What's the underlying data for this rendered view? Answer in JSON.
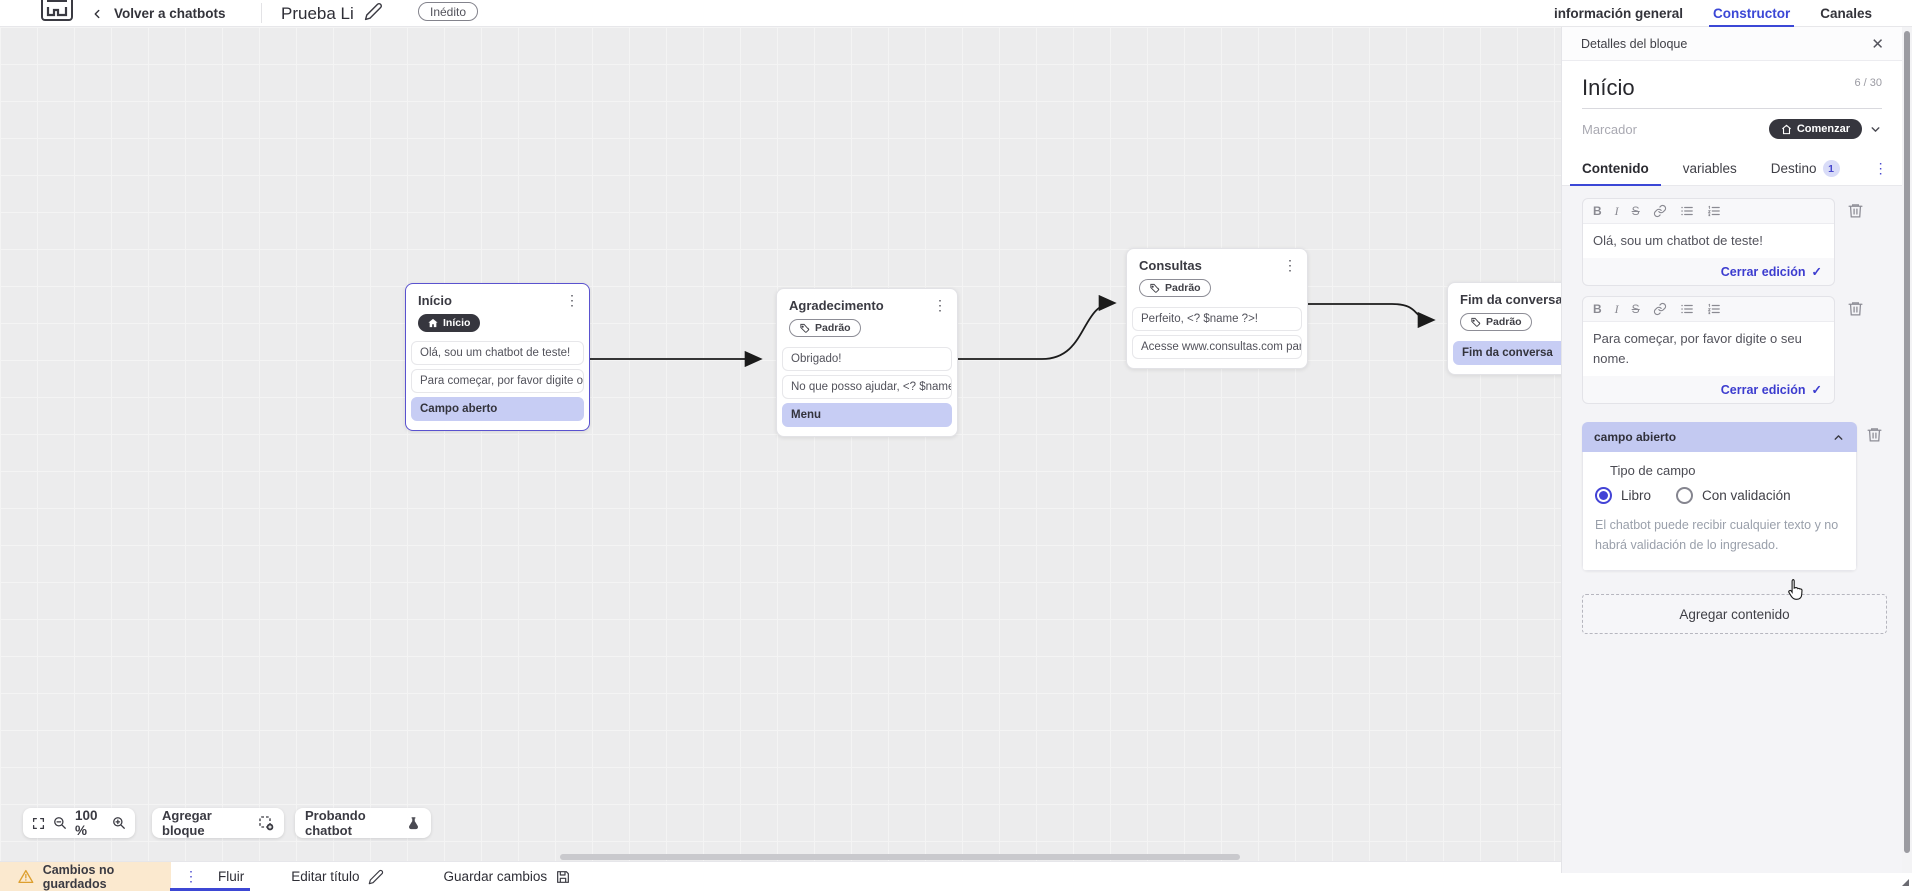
{
  "icons": {
    "kebab": "⋮",
    "close": "✕",
    "check": "✓",
    "bold": "B",
    "italic": "I",
    "strike": "S"
  },
  "topbar": {
    "back_label": "Volver a chatbots",
    "title": "Prueba Li",
    "status": "Inédito",
    "tabs": [
      {
        "label": "información general",
        "active": false
      },
      {
        "label": "Constructor",
        "active": true
      },
      {
        "label": "Canales",
        "active": false
      }
    ]
  },
  "canvas": {
    "controls": {
      "zoom": "100 %",
      "add_block": "Agregar bloque",
      "test": "Probando chatbot"
    },
    "nodes": [
      {
        "title": "Início",
        "badge": "Início",
        "items": [
          "Olá, sou um chatbot de teste!",
          "Para começar, por favor digite o ...",
          "Campo aberto"
        ]
      },
      {
        "title": "Agradecimento",
        "badge": "Padrão",
        "items": [
          "Obrigado!",
          "No que posso ajudar, <? $name ...",
          "Menu"
        ]
      },
      {
        "title": "Consultas",
        "badge": "Padrão",
        "items": [
          "Perfeito, <? $name ?>!",
          "Acesse www.consultas.com par..."
        ]
      },
      {
        "title": "Fim da conversa",
        "badge": "Padrão",
        "items": [
          "Fim da conversa"
        ]
      }
    ]
  },
  "panel": {
    "header": "Detalles del bloque",
    "block_name": "Início",
    "counter": "6 / 30",
    "marker_label": "Marcador",
    "marker_button": "Comenzar",
    "tabs": {
      "content": "Contenido",
      "variables": "variables",
      "destination": "Destino",
      "destination_badge": "1"
    },
    "editors": [
      {
        "text": "Olá, sou um chatbot de teste!",
        "close": "Cerrar edición"
      },
      {
        "text": "Para começar, por favor digite o seu nome.",
        "close": "Cerrar edición"
      }
    ],
    "open_field": {
      "title": "campo abierto",
      "type_label": "Tipo de campo",
      "option_free": "Libro",
      "option_validated": "Con validación",
      "help": "El chatbot puede recibir cualquier texto y no habrá validación de lo ingresado."
    },
    "add_content": "Agregar contenido"
  },
  "bottombar": {
    "unsaved": "Cambios no guardados",
    "flow_tab": "Fluir",
    "edit_title": "Editar título",
    "save": "Guardar cambios"
  },
  "colors": {
    "accent": "#3b47d6",
    "lavender": "#c7cdf4",
    "dark_pill": "#36363e",
    "warning_bg": "#fbe9cf",
    "canvas_bg": "#ececed"
  }
}
